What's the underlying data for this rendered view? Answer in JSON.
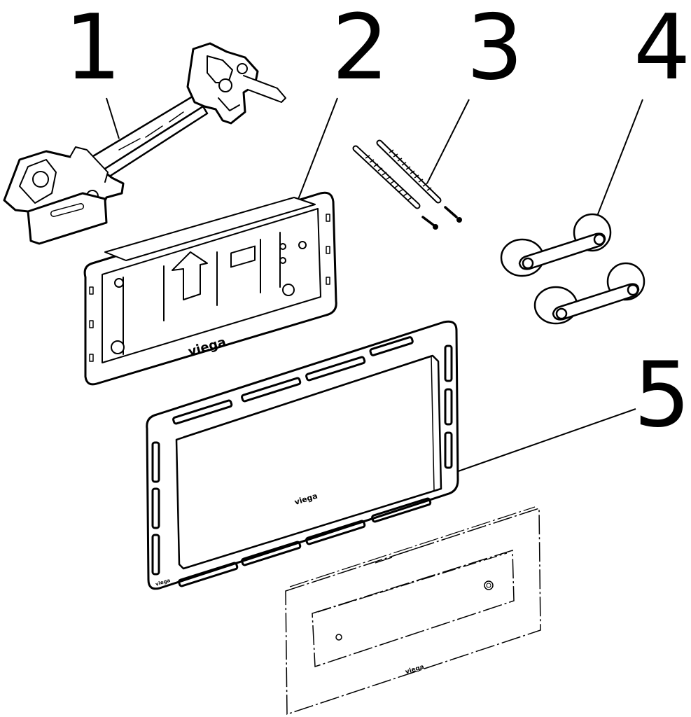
{
  "diagram": {
    "parts": [
      {
        "number": "1",
        "name": "actuator-mechanism"
      },
      {
        "number": "2",
        "name": "mounting-frame"
      },
      {
        "number": "3",
        "name": "threaded-rods-and-screws"
      },
      {
        "number": "4",
        "name": "spacer-brackets"
      },
      {
        "number": "5",
        "name": "cover-frame"
      }
    ],
    "brand_labels": {
      "frame": "viega",
      "cover_frame": "viega",
      "plate": "viega",
      "cover_edge": "viega"
    },
    "line_color": "#000000",
    "background_color": "#ffffff"
  }
}
